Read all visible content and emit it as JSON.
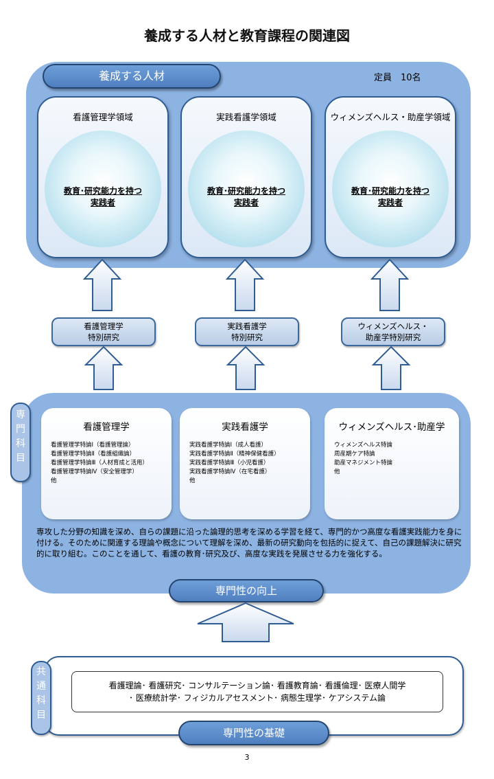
{
  "title": "養成する人材と教育課程の関連図",
  "talent": {
    "label": "養成する人材",
    "capacity": "定員　10名",
    "fields": [
      {
        "field": "看護管理学領域",
        "role_line1": "教育･研究能力を持つ",
        "role_line2": "実践者"
      },
      {
        "field": "実践看護学領域",
        "role_line1": "教育･研究能力を持つ",
        "role_line2": "実践者"
      },
      {
        "field": "ウィメンズヘルス・助産学領域",
        "role_line1": "教育･研究能力を持つ",
        "role_line2": "実践者"
      }
    ]
  },
  "research": [
    {
      "line1": "看護管理学",
      "line2": "特別研究"
    },
    {
      "line1": "実践看護学",
      "line2": "特別研究"
    },
    {
      "line1": "ウィメンズヘルス・",
      "line2": "助産学特別研究"
    }
  ],
  "specialized": {
    "label_chars": [
      "専",
      "門",
      "科",
      "目"
    ],
    "subjects": [
      {
        "head": "看護管理学",
        "items": [
          "看護管理学特論Ⅰ（看護管理論）",
          "看護管理学特論Ⅱ（看護組織論）",
          "看護管理学特論Ⅲ（人材育成と活用）",
          "看護管理学特論Ⅳ（安全管理学）",
          "他"
        ]
      },
      {
        "head": "実践看護学",
        "items": [
          "実践看護学特論Ⅰ（成人看護）",
          "実践看護学特論Ⅱ（精神保健看護）",
          "実践看護学特論Ⅲ（小児看護）",
          "実践看護学特論Ⅳ（在宅看護）",
          "他"
        ]
      },
      {
        "head": "ウィメンズヘルス･助産学",
        "items": [
          "ウィメンズヘルス特論",
          "周産期ケア特論",
          "助産マネジメント特論",
          "他"
        ]
      }
    ],
    "description": "専攻した分野の知識を深め、自らの課題に沿った論理的思考を深める学習を経て、専門的かつ高度な看護実践能力を身に付ける。そのために関連する理論や概念について理解を深め、最新の研究動向を包括的に捉えて、自己の課題解決に研究的に取り組む。このことを通して、看護の教育･研究及び、高度な実践を発展させる力を強化する。",
    "footer_label": "専門性の向上"
  },
  "common": {
    "label_chars": [
      "共",
      "通",
      "科",
      "目"
    ],
    "line1": "看護理論･ 看護研究･ コンサルテーション論･ 看護教育論･ 看護倫理･ 医療人間学",
    "line2": "･ 医療統計学･ フィジカルアセスメント･ 病態生理学･ ケアシステム論",
    "footer_label": "専門性の基礎"
  },
  "page_number": "3",
  "colors": {
    "band": "#8db3e2",
    "border": "#2f5d93",
    "pill": "#4f7fbf"
  }
}
